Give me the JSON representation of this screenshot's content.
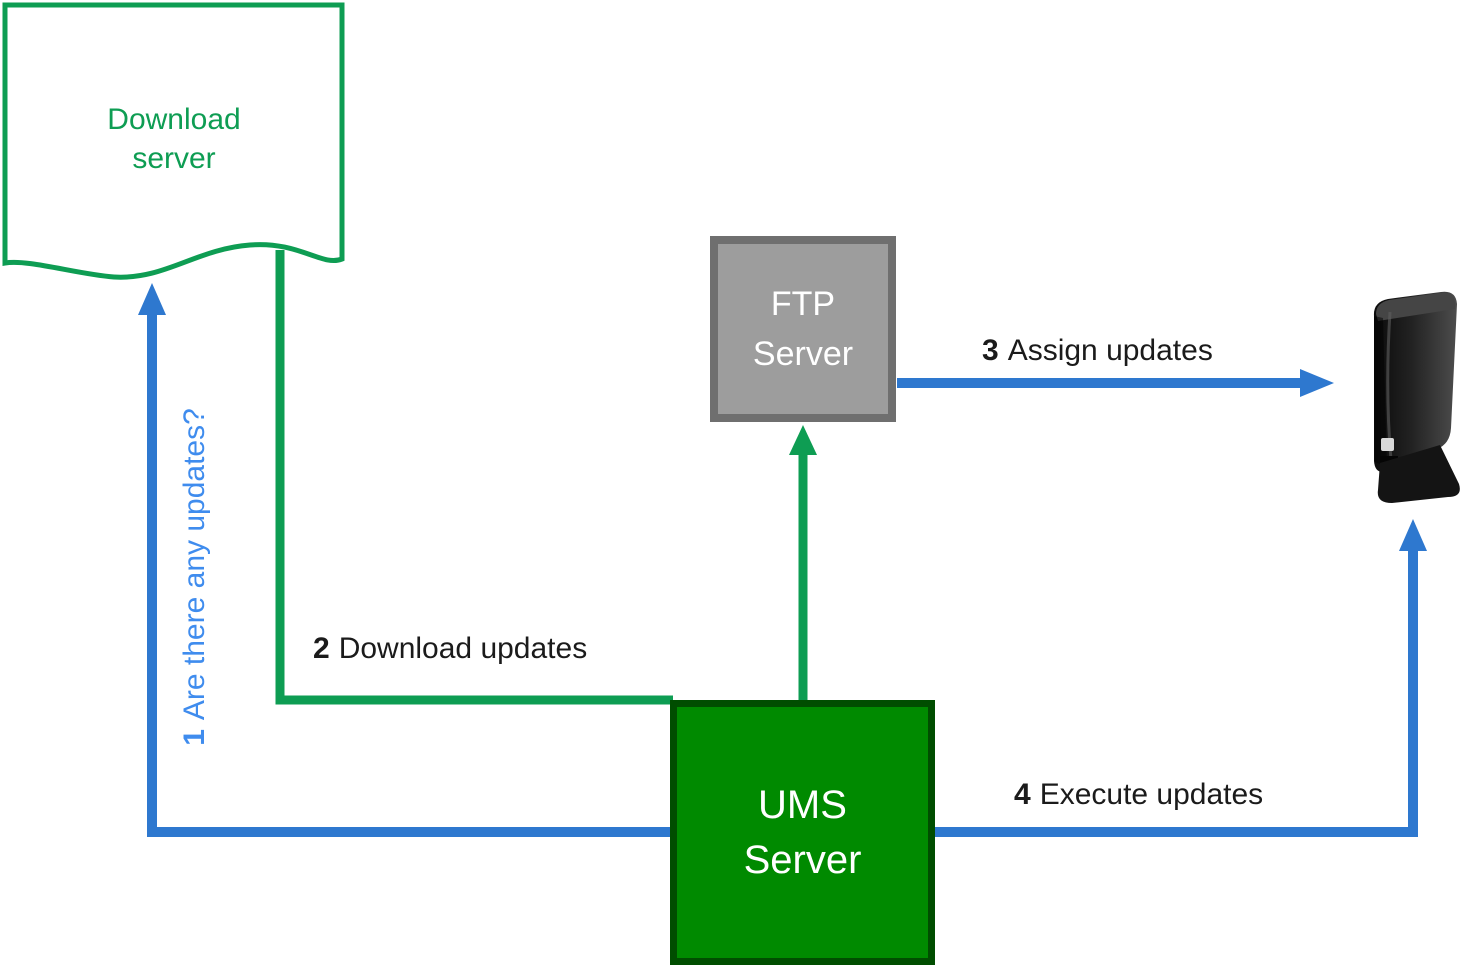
{
  "colors": {
    "green": "#0e9d53",
    "ums_fill": "#008a00",
    "ums_border": "#004d00",
    "ftp_fill": "#9d9d9d",
    "ftp_border": "#6f6f6f",
    "blue": "#2e78cf",
    "blue_text": "#3f8cee",
    "label": "#1b1b1b"
  },
  "nodes": {
    "download_server": {
      "line1": "Download",
      "line2": "server"
    },
    "ftp_server": {
      "line1": "FTP",
      "line2": "Server"
    },
    "ums_server": {
      "line1": "UMS",
      "line2": "Server"
    },
    "device": {
      "icon": "thin-client-tower"
    }
  },
  "steps": [
    {
      "number": "1",
      "text": "Are there any updates?"
    },
    {
      "number": "2",
      "text": "Download updates"
    },
    {
      "number": "3",
      "text": "Assign updates"
    },
    {
      "number": "4",
      "text": "Execute updates"
    }
  ]
}
